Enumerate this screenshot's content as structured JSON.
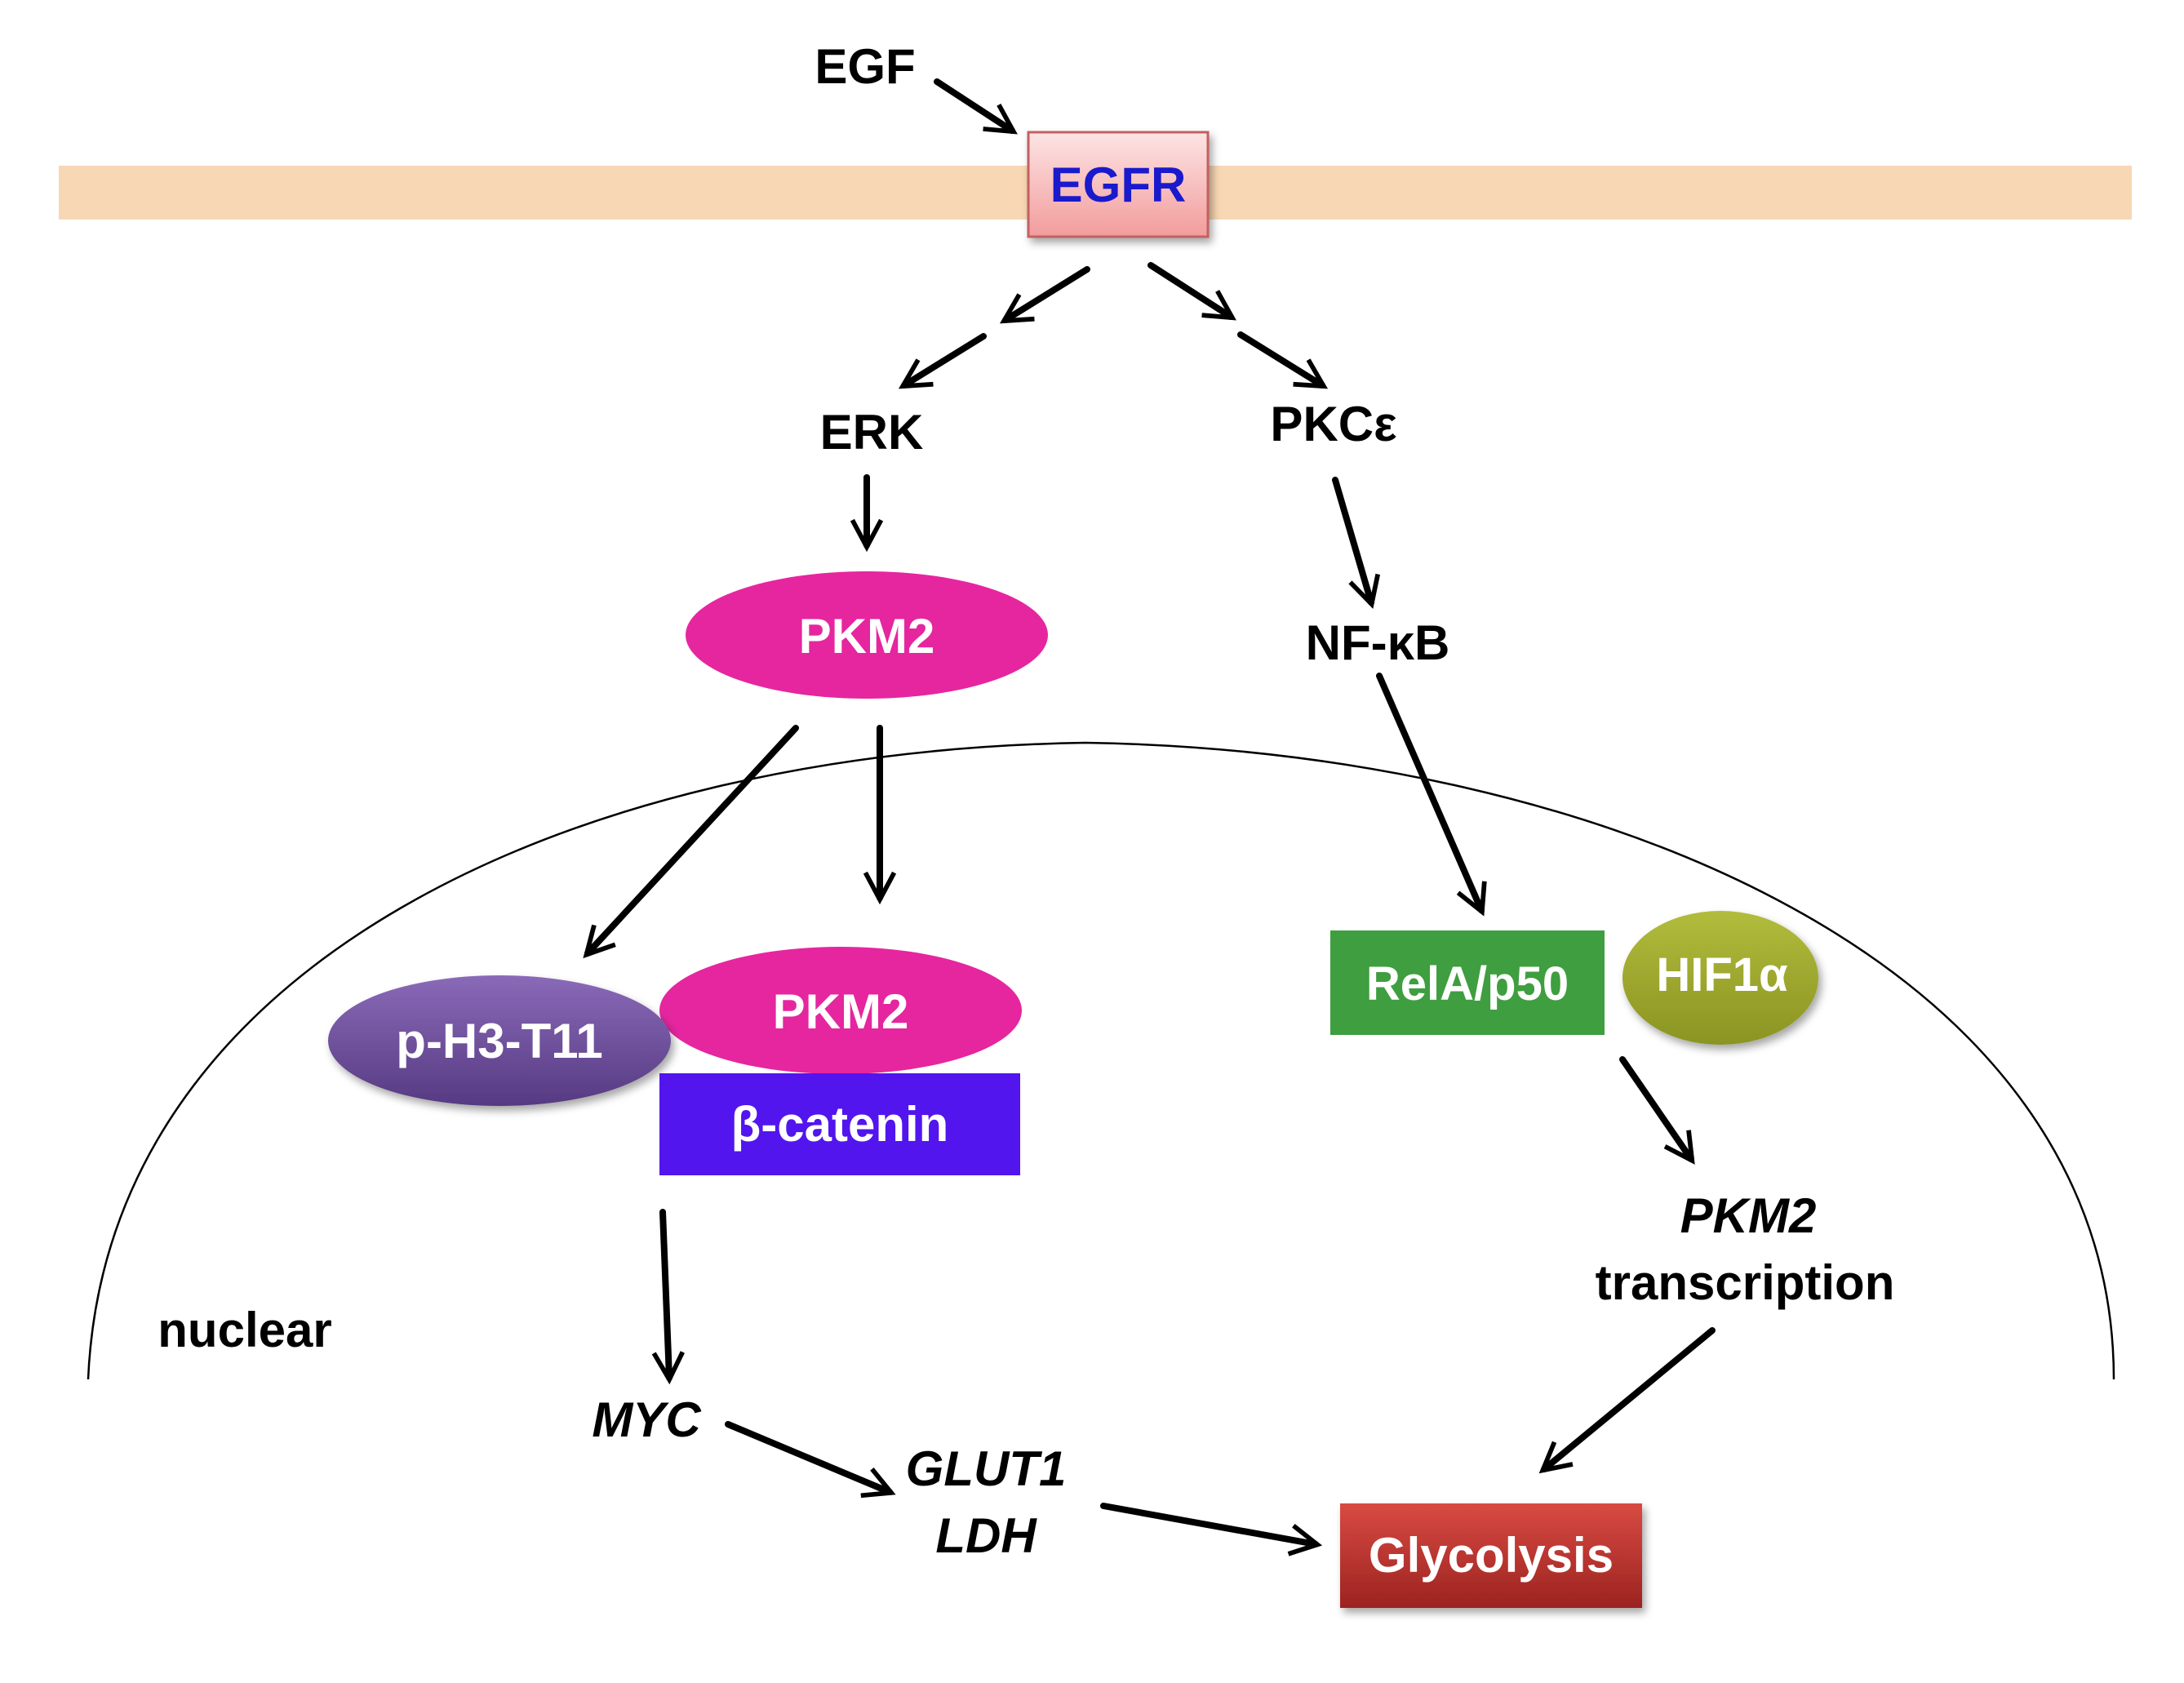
{
  "nodes": {
    "egf": "EGF",
    "egfr": "EGFR",
    "erk": "ERK",
    "pkce": "PKCε",
    "pkm2_cyto": "PKM2",
    "nfkb": "NF-κB",
    "ph3t11": "p-H3-T11",
    "pkm2_nuc": "PKM2",
    "bcatenin": "β-catenin",
    "rela": "RelA/p50",
    "hif1a": "HIF1α",
    "pkm2_tx_gene": "PKM2",
    "pkm2_tx_word": "transcription",
    "nuclear": "nuclear",
    "myc": "MYC",
    "glut1": "GLUT1",
    "ldh": "LDH",
    "glycolysis": "Glycolysis"
  },
  "colors": {
    "membrane": "#f8d7b4",
    "egfr_fill": "#f7b6b6",
    "egfr_text": "#1a1acc",
    "pkm2": "#e5269f",
    "ph3t11": "#6a4a9a",
    "bcatenin": "#5215ee",
    "rela": "#3f9e3f",
    "hif1a": "#9da72b",
    "glycolysis": "#b8302a"
  }
}
